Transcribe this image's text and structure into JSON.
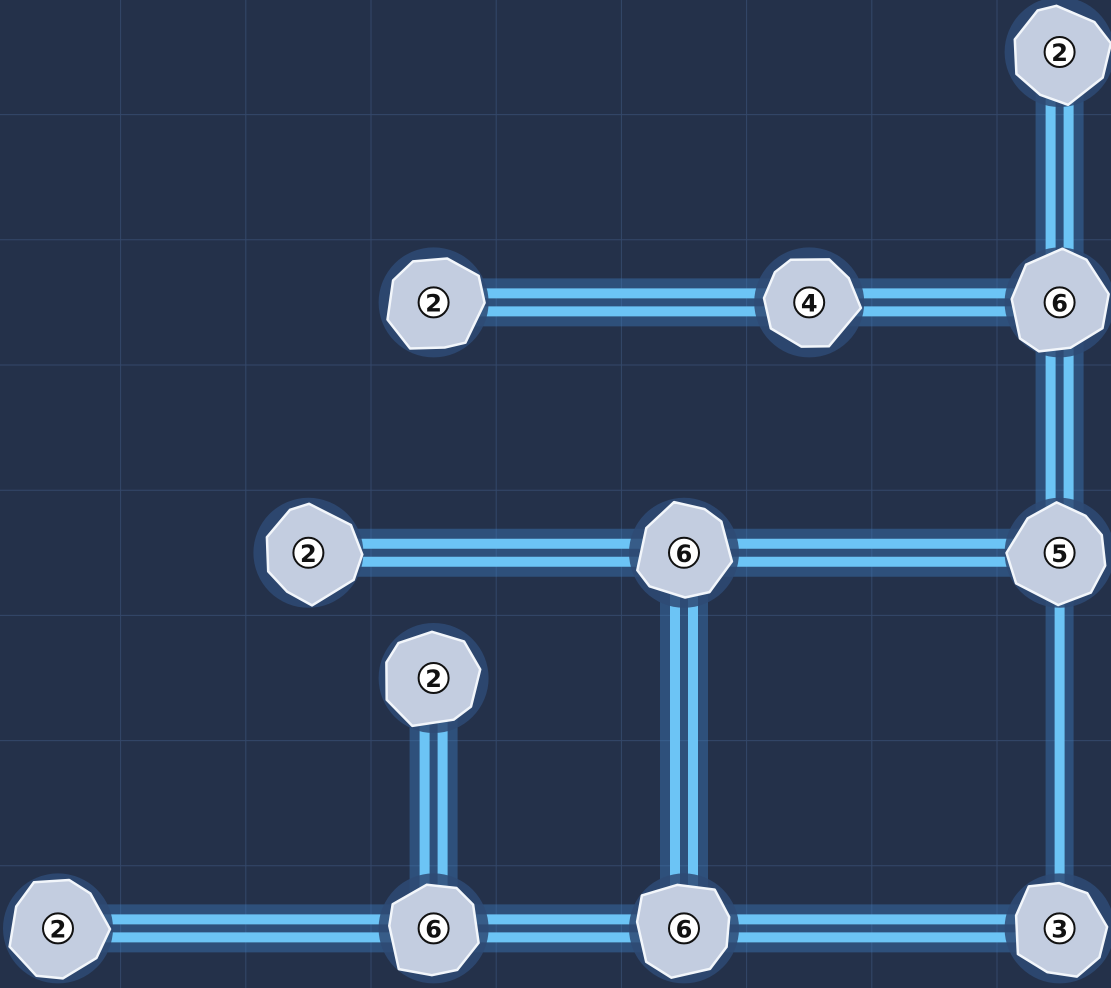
{
  "puzzle": {
    "type": "hashiwokakero",
    "grid": {
      "cols": 9,
      "rows": 8
    },
    "colors": {
      "background": "#24314a",
      "gridline": "#34486a",
      "bridge": "#6cc4f5",
      "bridge_glow": "#3c78b8",
      "island_fill": "#c3cde0",
      "island_stroke": "#f2f6fb",
      "island_halo": "#2e4a74",
      "number_circle": "#ffffff",
      "number_text": "#111111"
    },
    "islands": [
      {
        "id": "i-8-0",
        "col": 8,
        "row": 0,
        "value": "2"
      },
      {
        "id": "i-3-2",
        "col": 3,
        "row": 2,
        "value": "2"
      },
      {
        "id": "i-6-2",
        "col": 6,
        "row": 2,
        "value": "4"
      },
      {
        "id": "i-8-2",
        "col": 8,
        "row": 2,
        "value": "6"
      },
      {
        "id": "i-2-4",
        "col": 2,
        "row": 4,
        "value": "2"
      },
      {
        "id": "i-5-4",
        "col": 5,
        "row": 4,
        "value": "6"
      },
      {
        "id": "i-8-4",
        "col": 8,
        "row": 4,
        "value": "5"
      },
      {
        "id": "i-3-5",
        "col": 3,
        "row": 5,
        "value": "2"
      },
      {
        "id": "i-0-7",
        "col": 0,
        "row": 7,
        "value": "2"
      },
      {
        "id": "i-3-7",
        "col": 3,
        "row": 7,
        "value": "6"
      },
      {
        "id": "i-5-7",
        "col": 5,
        "row": 7,
        "value": "6"
      },
      {
        "id": "i-8-7",
        "col": 8,
        "row": 7,
        "value": "3"
      }
    ],
    "bridges": [
      {
        "from": "i-8-0",
        "to": "i-8-2",
        "count": 2
      },
      {
        "from": "i-3-2",
        "to": "i-6-2",
        "count": 2
      },
      {
        "from": "i-6-2",
        "to": "i-8-2",
        "count": 2
      },
      {
        "from": "i-8-2",
        "to": "i-8-4",
        "count": 2
      },
      {
        "from": "i-2-4",
        "to": "i-5-4",
        "count": 2
      },
      {
        "from": "i-5-4",
        "to": "i-8-4",
        "count": 2
      },
      {
        "from": "i-5-4",
        "to": "i-5-7",
        "count": 2
      },
      {
        "from": "i-8-4",
        "to": "i-8-7",
        "count": 1
      },
      {
        "from": "i-3-5",
        "to": "i-3-7",
        "count": 2
      },
      {
        "from": "i-0-7",
        "to": "i-3-7",
        "count": 2
      },
      {
        "from": "i-3-7",
        "to": "i-5-7",
        "count": 2
      },
      {
        "from": "i-5-7",
        "to": "i-8-7",
        "count": 2
      }
    ]
  }
}
